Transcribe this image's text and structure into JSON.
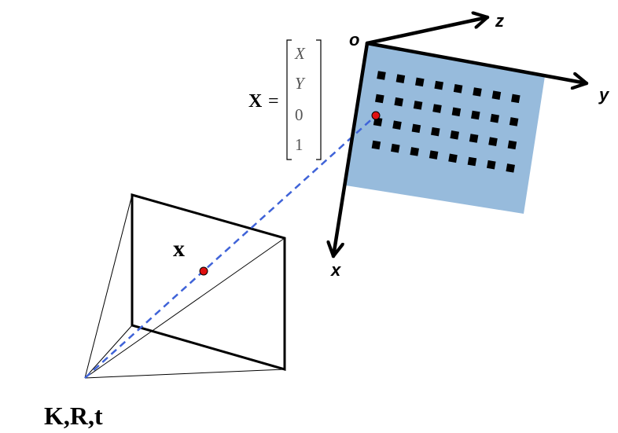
{
  "camera_label": {
    "k": "K",
    "r": "R",
    "t": "t"
  },
  "image_point_label": "x",
  "world_point": {
    "symbol": "X",
    "equals": "=",
    "vector": [
      "X",
      "Y",
      "0",
      "1"
    ]
  },
  "axes": {
    "origin": "o",
    "x": "x",
    "y": "y",
    "z": "z"
  },
  "colors": {
    "board": "#97bbdc",
    "dashed_ray": "#3f63d8",
    "point": "#e01010",
    "ink": "#000000"
  },
  "checkerboard": {
    "rows": 4,
    "cols": 8
  }
}
